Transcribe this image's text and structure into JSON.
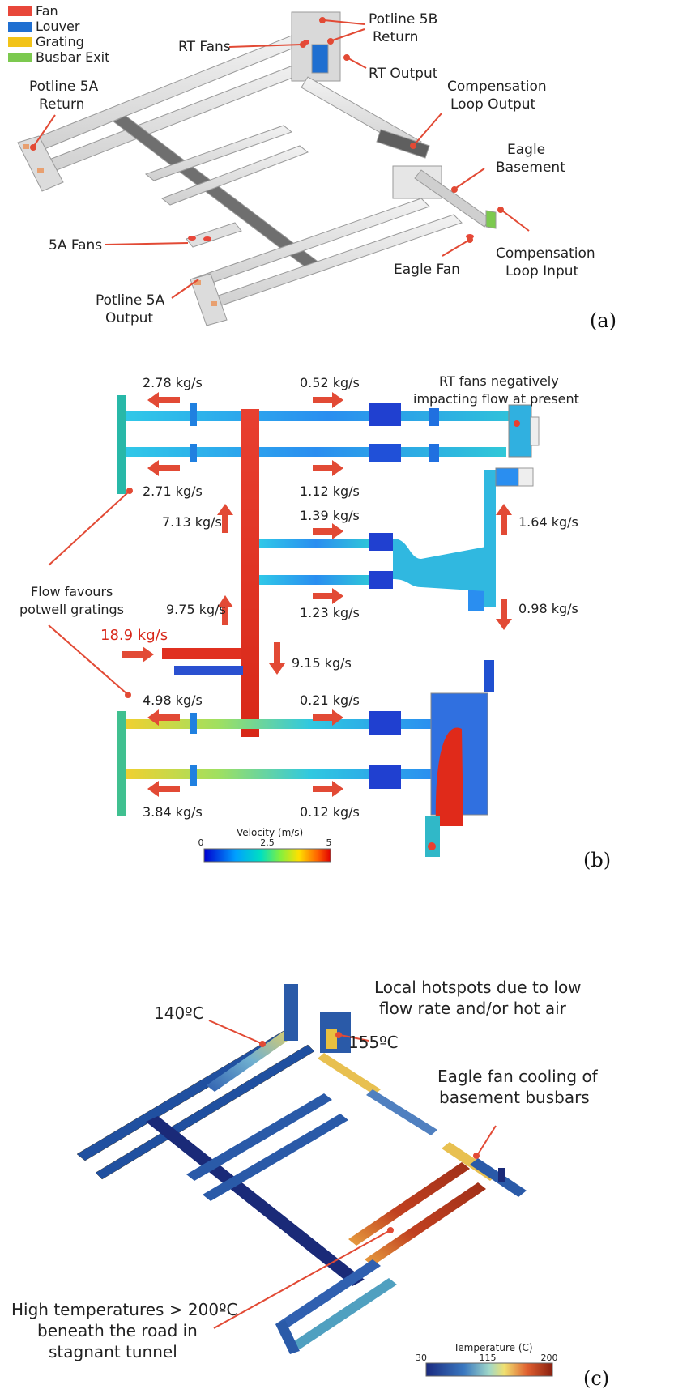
{
  "panel_a": {
    "tag": "(a)",
    "legend": [
      {
        "label": "Fan",
        "color": "#e8473a"
      },
      {
        "label": "Louver",
        "color": "#1f6fd1"
      },
      {
        "label": "Grating",
        "color": "#f2c318"
      },
      {
        "label": "Busbar Exit",
        "color": "#7cc94f"
      }
    ],
    "callouts": {
      "potline_5b_return_1": "Potline 5B",
      "potline_5b_return_2": "Return",
      "rt_fans": "RT Fans",
      "rt_output": "RT Output",
      "potline_5a_return_1": "Potline 5A",
      "potline_5a_return_2": "Return",
      "comp_loop_output_1": "Compensation",
      "comp_loop_output_2": "Loop Output",
      "eagle_basement_1": "Eagle",
      "eagle_basement_2": "Basement",
      "fans_5a": "5A Fans",
      "eagle_fan": "Eagle Fan",
      "comp_loop_input_1": "Compensation",
      "comp_loop_input_2": "Loop Input",
      "potline_5a_output_1": "Potline 5A",
      "potline_5a_output_2": "Output"
    }
  },
  "panel_b": {
    "tag": "(b)",
    "flows": {
      "top_left": "2.78 kg/s",
      "top_mid": "0.52 kg/s",
      "second_left": "2.71 kg/s",
      "second_mid": "1.12 kg/s",
      "vertical_up_1": "7.13 kg/s",
      "loop_top": "1.39 kg/s",
      "right_up": "1.64 kg/s",
      "vertical_up_2": "9.75 kg/s",
      "loop_bottom": "1.23 kg/s",
      "right_down": "0.98 kg/s",
      "inlet": "18.9 kg/s",
      "down_branch": "9.15 kg/s",
      "lower_left": "4.98 kg/s",
      "lower_mid": "0.21 kg/s",
      "bottom_left": "3.84 kg/s",
      "bottom_mid": "0.12 kg/s"
    },
    "notes": {
      "rt_note_1": "RT fans negatively",
      "rt_note_2": "impacting flow at present",
      "potwell_1": "Flow favours",
      "potwell_2": "potwell gratings"
    },
    "colorbar": {
      "title": "Velocity (m/s)",
      "ticks": [
        "0",
        "2.5",
        "5"
      ]
    }
  },
  "panel_c": {
    "tag": "(c)",
    "notes": {
      "temp_140": "140ºC",
      "temp_155": "155ºC",
      "hotspot_1": "Local hotspots due to low",
      "hotspot_2": "flow rate and/or hot air",
      "eagle_1": "Eagle fan cooling of",
      "eagle_2": "basement busbars",
      "high_1": "High temperatures > 200ºC",
      "high_2": "beneath the road in",
      "high_3": "stagnant tunnel"
    },
    "colorbar": {
      "title": "Temperature (C)",
      "ticks": [
        "30",
        "115",
        "200"
      ]
    }
  }
}
